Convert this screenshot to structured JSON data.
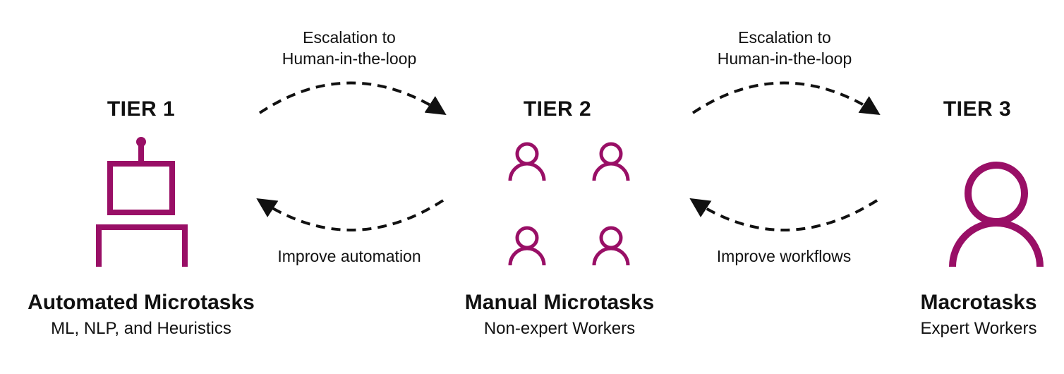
{
  "colors": {
    "accent": "#990f66",
    "text": "#111111",
    "arrow": "#111111"
  },
  "tiers": [
    {
      "label": "TIER 1",
      "title": "Automated Microtasks",
      "subtitle": "ML, NLP, and Heuristics",
      "icon": "robot-icon"
    },
    {
      "label": "TIER 2",
      "title": "Manual Microtasks",
      "subtitle": "Non-expert Workers",
      "icon": "people-group-icon"
    },
    {
      "label": "TIER 3",
      "title": "Macrotasks",
      "subtitle": "Expert Workers",
      "icon": "person-icon"
    }
  ],
  "arrows": {
    "escalation_label_line1": "Escalation to",
    "escalation_label_line2": "Human-in-the-loop",
    "feedback_1_label": "Improve automation",
    "feedback_2_label": "Improve workflows"
  }
}
